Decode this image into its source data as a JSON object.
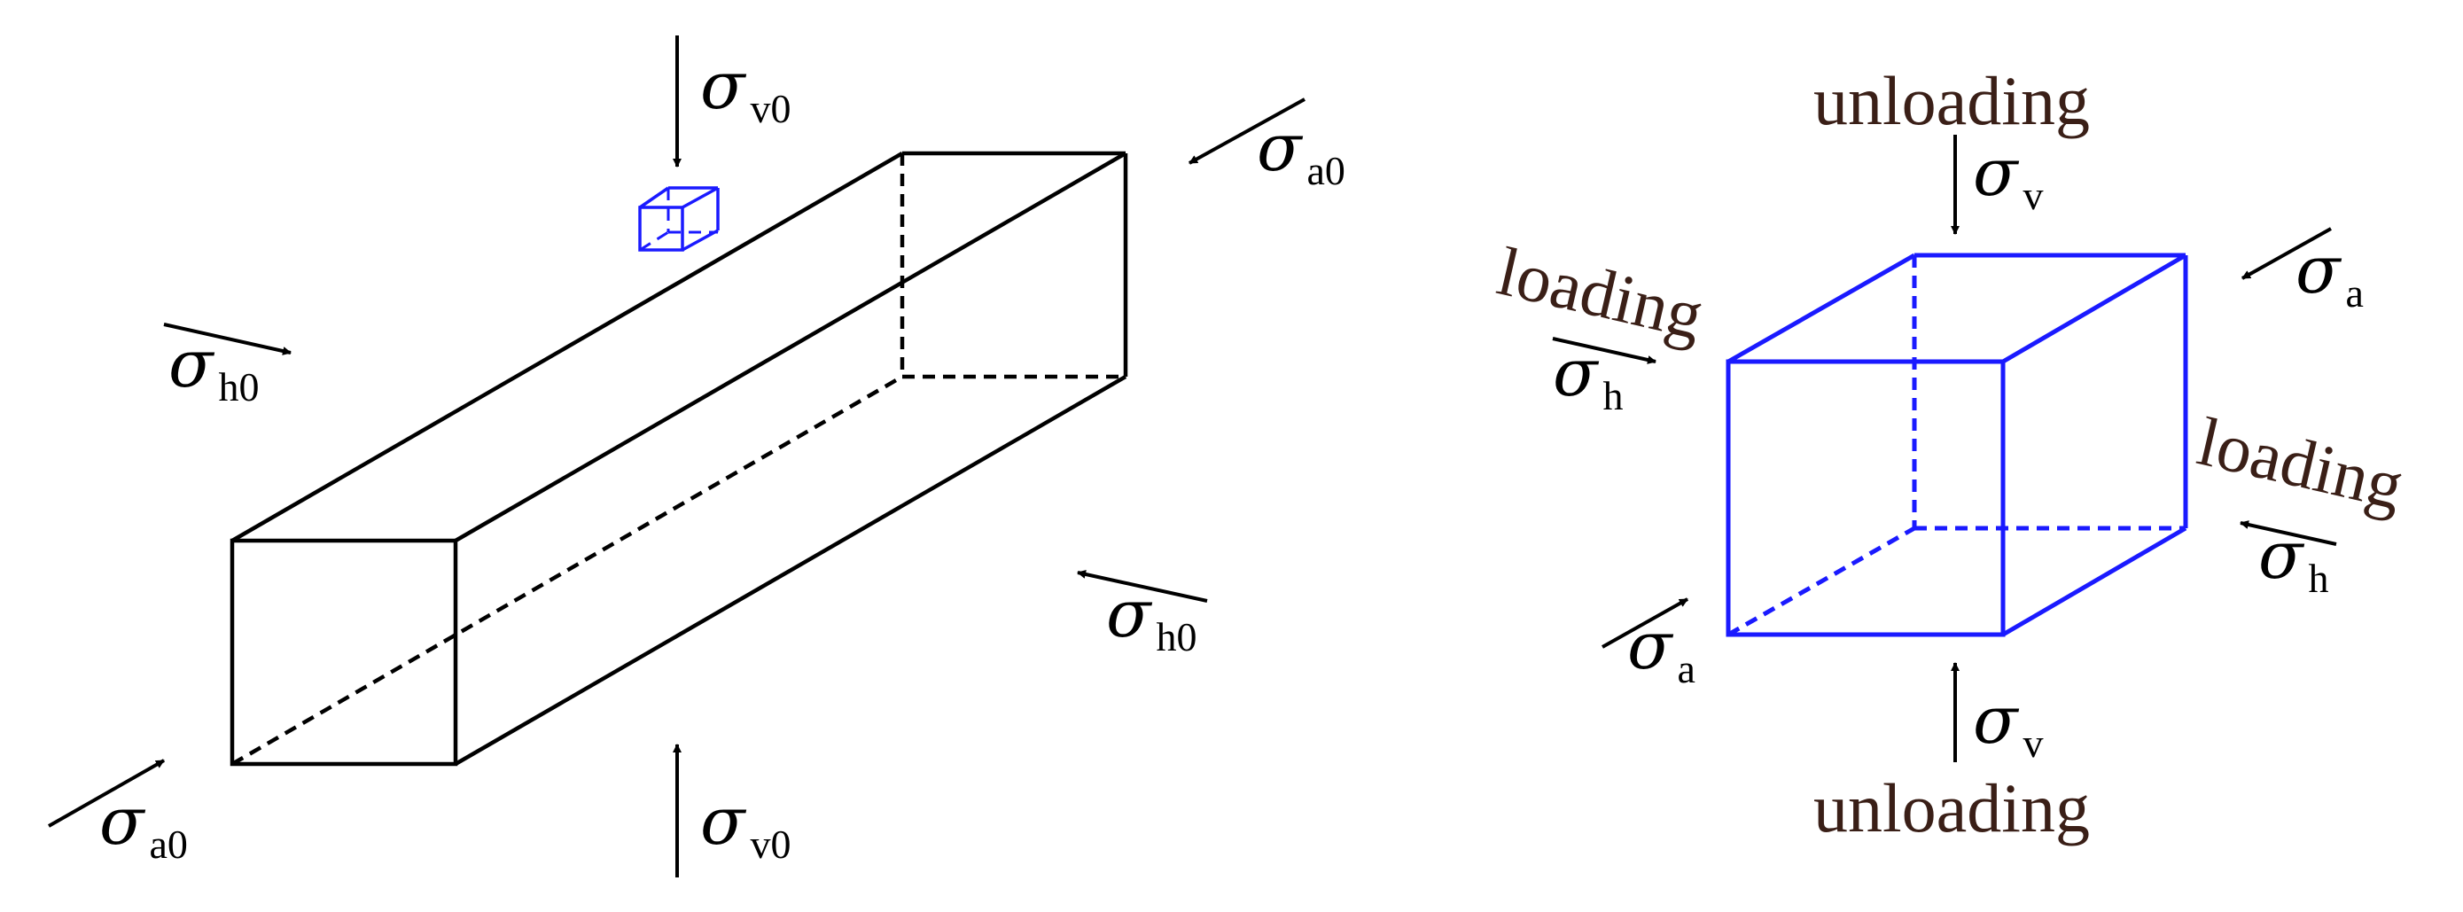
{
  "left": {
    "sv0_top": {
      "symbol": "σ",
      "sub": "v0"
    },
    "sv0_bot": {
      "symbol": "σ",
      "sub": "v0"
    },
    "sa0_right": {
      "symbol": "σ",
      "sub": "a0"
    },
    "sa0_left": {
      "symbol": "σ",
      "sub": "a0"
    },
    "sh0_left": {
      "symbol": "σ",
      "sub": "h0"
    },
    "sh0_right": {
      "symbol": "σ",
      "sub": "h0"
    }
  },
  "right": {
    "unload_top": "unloading",
    "unload_bottom": "unloading",
    "load_left": "loading",
    "load_right": "loading",
    "sv_top": {
      "symbol": "σ",
      "sub": "v"
    },
    "sv_bot": {
      "symbol": "σ",
      "sub": "v"
    },
    "sa_right": {
      "symbol": "σ",
      "sub": "a"
    },
    "sa_left": {
      "symbol": "σ",
      "sub": "a"
    },
    "sh_left": {
      "symbol": "σ",
      "sub": "h"
    },
    "sh_right": {
      "symbol": "σ",
      "sub": "h"
    }
  },
  "colors": {
    "lines": "#000000",
    "cube": "#1a1aff",
    "words": "#3a1f17"
  }
}
